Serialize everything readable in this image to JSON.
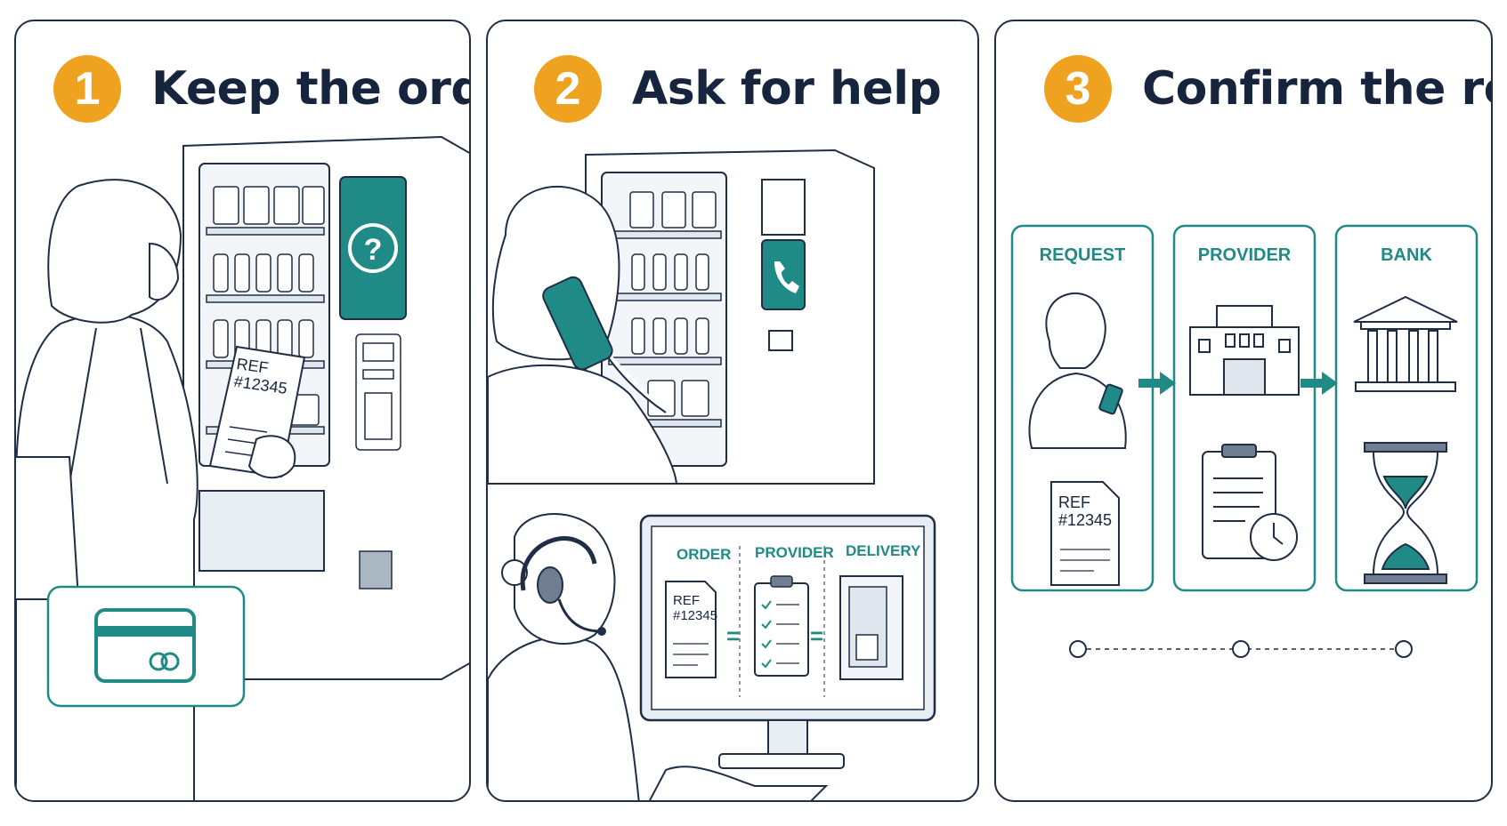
{
  "steps": [
    {
      "number": "1",
      "title": "Keep the order"
    },
    {
      "number": "2",
      "title": "Ask for help"
    },
    {
      "number": "3",
      "title": "Confirm the result"
    }
  ],
  "receipt": {
    "ref_label": "REF",
    "ref_number": "#12345"
  },
  "monitor": {
    "order_label": "ORDER",
    "provider_label": "PROVIDER",
    "delivery_label": "DELIVERY",
    "doc_ref_label": "REF",
    "doc_ref_number": "#12345"
  },
  "flow": {
    "request_label": "REQUEST",
    "provider_label": "PROVIDER",
    "bank_label": "BANK",
    "doc_ref_label": "REF",
    "doc_ref_number": "#12345"
  },
  "colors": {
    "accent_orange": "#efa21f",
    "teal": "#1f8a86",
    "ink": "#1f2d45"
  },
  "icons": [
    "help-question-icon",
    "credit-card-icon",
    "phone-icon",
    "headset-icon",
    "building-icon",
    "bank-icon",
    "clipboard-clock-icon",
    "hourglass-icon",
    "arrow-right-icon"
  ]
}
